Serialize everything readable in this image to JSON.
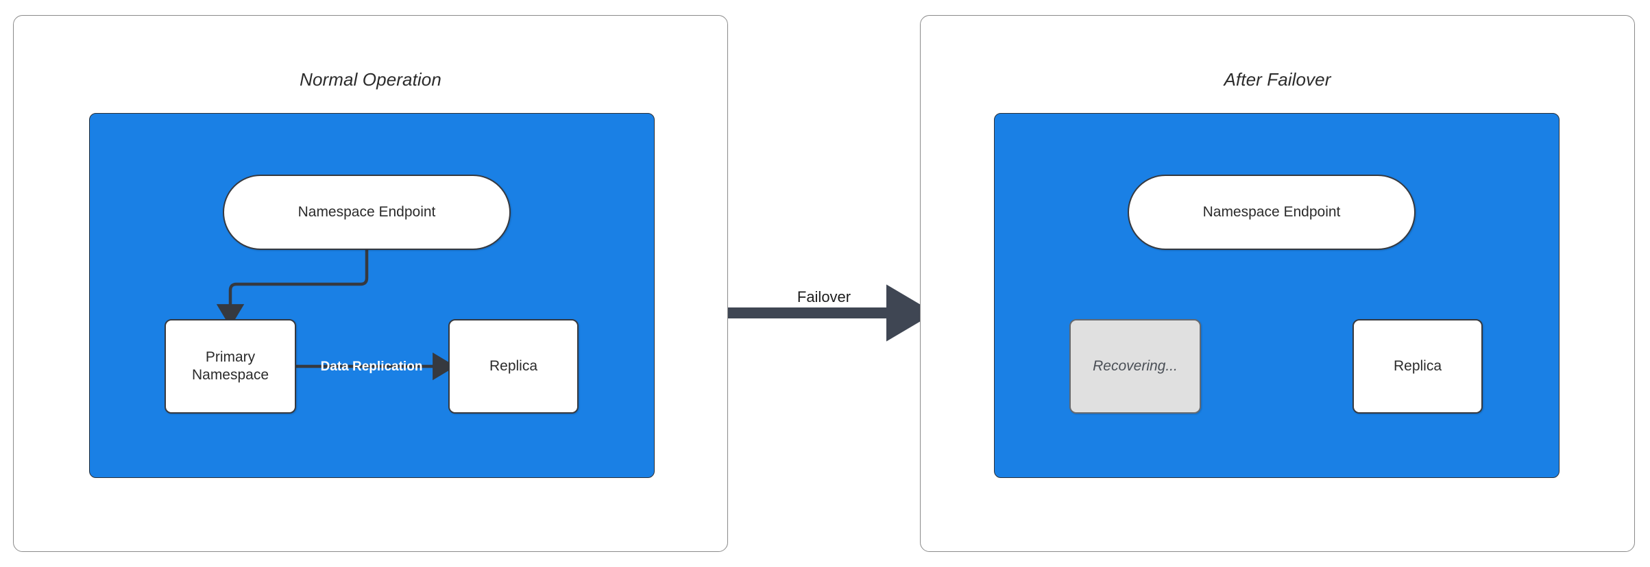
{
  "diagram": {
    "title_left": "Normal Operation",
    "title_right": "After Failover",
    "accent_blue": "#1a80e5",
    "stroke_dark": "#36393f",
    "recovering_fill": "#e0e0e0",
    "panels": [
      {
        "id": "normal-operation",
        "title": "Normal Operation",
        "nodes": [
          {
            "id": "namespace-endpoint-left",
            "label": "Namespace Endpoint",
            "shape": "pill",
            "fill": "#ffffff"
          },
          {
            "id": "primary-namespace",
            "label": "Primary\nNamespace",
            "line1": "Primary",
            "line2": "Namespace",
            "shape": "rect",
            "fill": "#ffffff"
          },
          {
            "id": "replica-left",
            "label": "Replica",
            "shape": "rect",
            "fill": "#ffffff"
          }
        ],
        "edges": [
          {
            "id": "endpoint-to-primary",
            "from": "namespace-endpoint-left",
            "to": "primary-namespace",
            "label": ""
          },
          {
            "id": "primary-to-replica",
            "from": "primary-namespace",
            "to": "replica-left",
            "label": "Data Replication"
          }
        ]
      },
      {
        "id": "after-failover",
        "title": "After Failover",
        "nodes": [
          {
            "id": "namespace-endpoint-right",
            "label": "Namespace Endpoint",
            "shape": "pill",
            "fill": "#ffffff"
          },
          {
            "id": "recovering",
            "label": "Recovering...",
            "shape": "rect",
            "fill": "#e0e0e0",
            "style": "italic"
          },
          {
            "id": "replica-right",
            "label": "Replica",
            "shape": "rect",
            "fill": "#ffffff"
          }
        ],
        "edges": [
          {
            "id": "endpoint-to-replica",
            "from": "namespace-endpoint-right",
            "to": "replica-right",
            "label": ""
          }
        ]
      }
    ],
    "transition": {
      "id": "failover-transition",
      "label": "Failover",
      "from": "normal-operation",
      "to": "after-failover"
    }
  }
}
